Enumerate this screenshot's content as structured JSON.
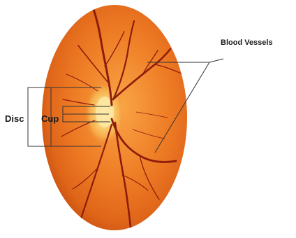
{
  "labels": {
    "disc": "Disc",
    "cup": "Cup",
    "vessels": "Blood Vessels"
  },
  "colors": {
    "fundus_center": "#f89a3a",
    "fundus_mid": "#ea7420",
    "fundus_edge": "#c9500f",
    "vessel": "#8e1c0c",
    "disc_core": "#fbe28c",
    "disc_glow": "#f8c15a",
    "callout": "#333333"
  }
}
